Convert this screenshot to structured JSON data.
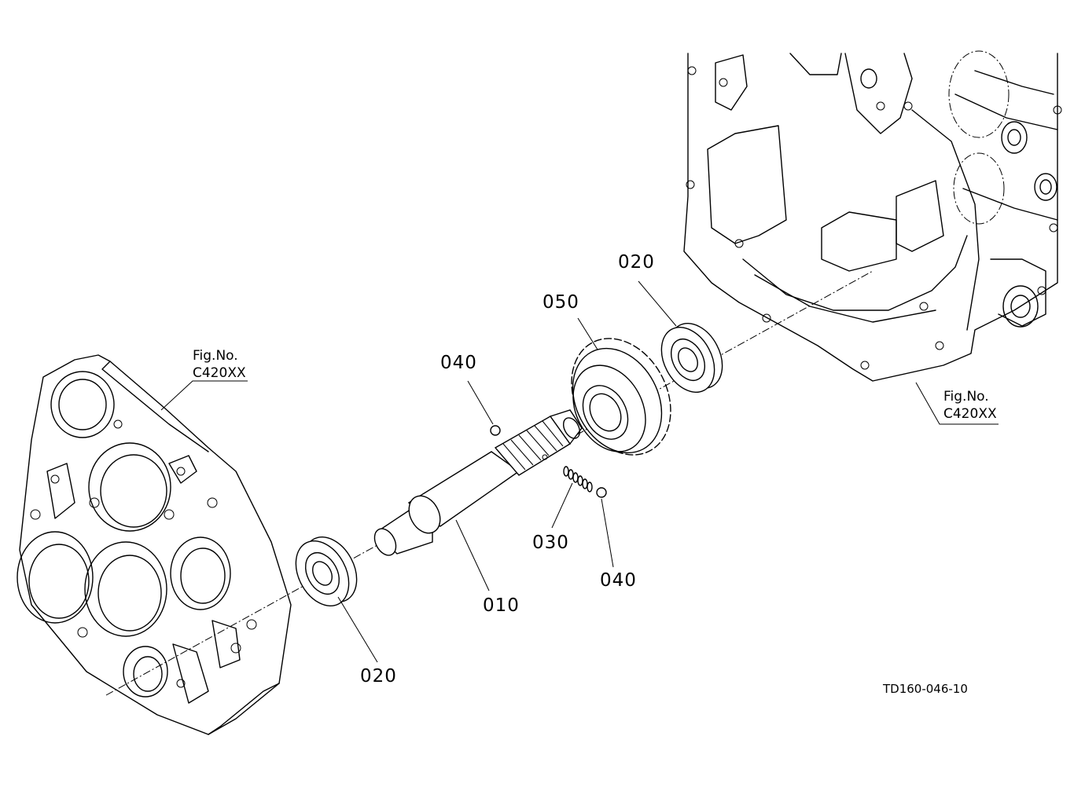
{
  "figure_refs": [
    {
      "line1": "Fig.No.",
      "line2": "C420XX"
    },
    {
      "line1": "Fig.No.",
      "line2": "C420XX"
    }
  ],
  "parts": [
    {
      "id": "010",
      "name": "shaft"
    },
    {
      "id": "020",
      "name": "ball-bearing-upper"
    },
    {
      "id": "020",
      "name": "ball-bearing-lower"
    },
    {
      "id": "030",
      "name": "spring"
    },
    {
      "id": "040",
      "name": "ball-upper"
    },
    {
      "id": "040",
      "name": "ball-lower"
    },
    {
      "id": "050",
      "name": "gear"
    }
  ],
  "drawing_id": "TD160-046-10"
}
